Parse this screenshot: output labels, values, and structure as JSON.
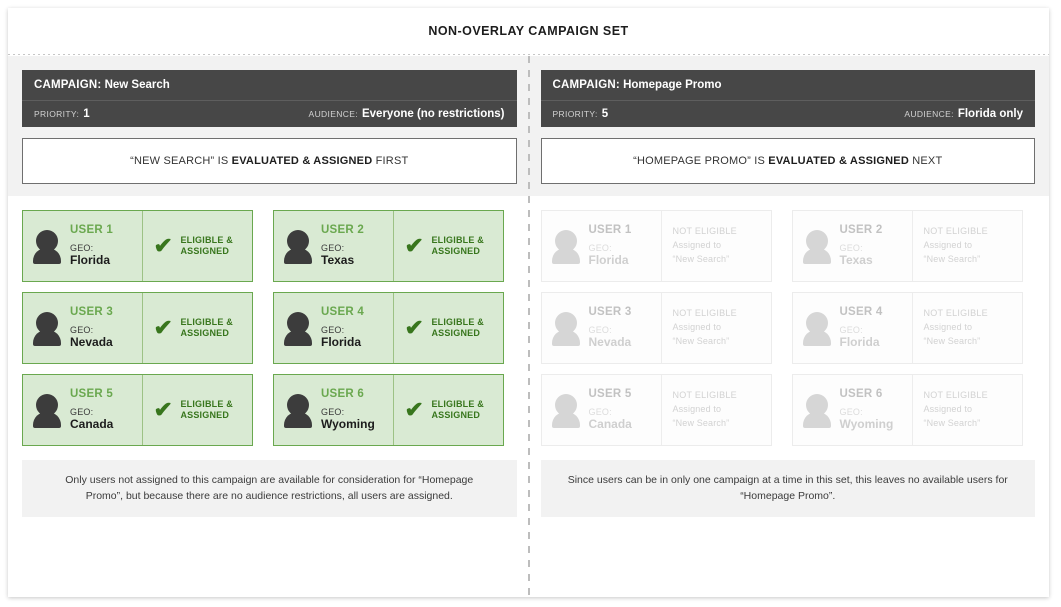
{
  "page": {
    "title": "NON-OVERLAY CAMPAIGN SET",
    "accent_green": "#6aa84f",
    "check_green": "#38761d",
    "card_green_bg": "#d9ead3",
    "header_dark": "#474747",
    "band_grey": "#f2f2f2"
  },
  "campaigns": [
    {
      "header_label": "CAMPAIGN:",
      "header_value": "New Search",
      "priority_label": "PRIORITY:",
      "priority_value": "1",
      "audience_label": "AUDIENCE:",
      "audience_value": "Everyone (no restrictions)",
      "eval_pre": "“NEW SEARCH” IS ",
      "eval_strong": "EVALUATED & ASSIGNED",
      "eval_post": " FIRST",
      "note": "Only users not assigned to this campaign are available for consideration for “Homepage Promo”, but because there are no audience restrictions, all users are assigned.",
      "users": [
        {
          "name": "USER 1",
          "geo_label": "GEO:",
          "geo": "Florida",
          "state": "eligible",
          "status_line1": "ELIGIBLE &",
          "status_line2": "ASSIGNED",
          "check": "✔"
        },
        {
          "name": "USER 2",
          "geo_label": "GEO:",
          "geo": "Texas",
          "state": "eligible",
          "status_line1": "ELIGIBLE &",
          "status_line2": "ASSIGNED",
          "check": "✔"
        },
        {
          "name": "USER 3",
          "geo_label": "GEO:",
          "geo": "Nevada",
          "state": "eligible",
          "status_line1": "ELIGIBLE &",
          "status_line2": "ASSIGNED",
          "check": "✔"
        },
        {
          "name": "USER 4",
          "geo_label": "GEO:",
          "geo": "Florida",
          "state": "eligible",
          "status_line1": "ELIGIBLE &",
          "status_line2": "ASSIGNED",
          "check": "✔"
        },
        {
          "name": "USER 5",
          "geo_label": "GEO:",
          "geo": "Canada",
          "state": "eligible",
          "status_line1": "ELIGIBLE &",
          "status_line2": "ASSIGNED",
          "check": "✔"
        },
        {
          "name": "USER 6",
          "geo_label": "GEO:",
          "geo": "Wyoming",
          "state": "eligible",
          "status_line1": "ELIGIBLE &",
          "status_line2": "ASSIGNED",
          "check": "✔"
        }
      ]
    },
    {
      "header_label": "CAMPAIGN:",
      "header_value": "Homepage Promo",
      "priority_label": "PRIORITY:",
      "priority_value": "5",
      "audience_label": "AUDIENCE:",
      "audience_value": "Florida only",
      "eval_pre": "“HOMEPAGE PROMO” IS ",
      "eval_strong": "EVALUATED & ASSIGNED",
      "eval_post": " NEXT",
      "note": "Since users can be in only one campaign at a time in this set, this leaves no available users for “Homepage Promo”.",
      "users": [
        {
          "name": "USER 1",
          "geo_label": "GEO:",
          "geo": "Florida",
          "state": "not-eligible",
          "status_line1": "NOT ELIGIBLE",
          "status_line2": "Assigned to",
          "status_line3": "“New Search”"
        },
        {
          "name": "USER 2",
          "geo_label": "GEO:",
          "geo": "Texas",
          "state": "not-eligible",
          "status_line1": "NOT ELIGIBLE",
          "status_line2": "Assigned to",
          "status_line3": "“New Search”"
        },
        {
          "name": "USER 3",
          "geo_label": "GEO:",
          "geo": "Nevada",
          "state": "not-eligible",
          "status_line1": "NOT ELIGIBLE",
          "status_line2": "Assigned to",
          "status_line3": "“New Search”"
        },
        {
          "name": "USER 4",
          "geo_label": "GEO:",
          "geo": "Florida",
          "state": "not-eligible",
          "status_line1": "NOT ELIGIBLE",
          "status_line2": "Assigned to",
          "status_line3": "“New Search”"
        },
        {
          "name": "USER 5",
          "geo_label": "GEO:",
          "geo": "Canada",
          "state": "not-eligible",
          "status_line1": "NOT ELIGIBLE",
          "status_line2": "Assigned to",
          "status_line3": "“New Search”"
        },
        {
          "name": "USER 6",
          "geo_label": "GEO:",
          "geo": "Wyoming",
          "state": "not-eligible",
          "status_line1": "NOT ELIGIBLE",
          "status_line2": "Assigned to",
          "status_line3": "“New Search”"
        }
      ]
    }
  ]
}
